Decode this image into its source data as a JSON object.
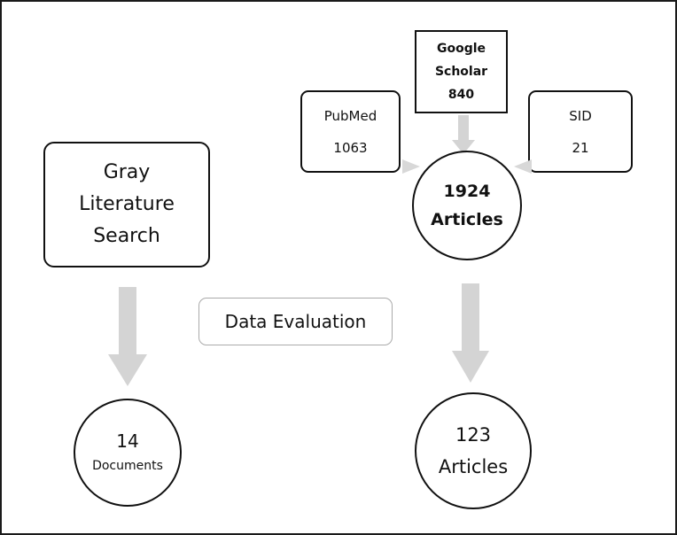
{
  "gray_search": {
    "lines": [
      "Gray",
      "Literature",
      "Search"
    ]
  },
  "documents": {
    "count": "14",
    "label": "Documents"
  },
  "pubmed": {
    "name": "PubMed",
    "count": "1063"
  },
  "google_scholar": {
    "name_line1": "Google",
    "name_line2": "Scholar",
    "count": "840"
  },
  "sid": {
    "name": "SID",
    "count": "21"
  },
  "total_articles": {
    "count": "1924",
    "label": "Articles"
  },
  "evaluation": {
    "label": "Data Evaluation"
  },
  "final_articles": {
    "count": "123",
    "label": "Articles"
  }
}
